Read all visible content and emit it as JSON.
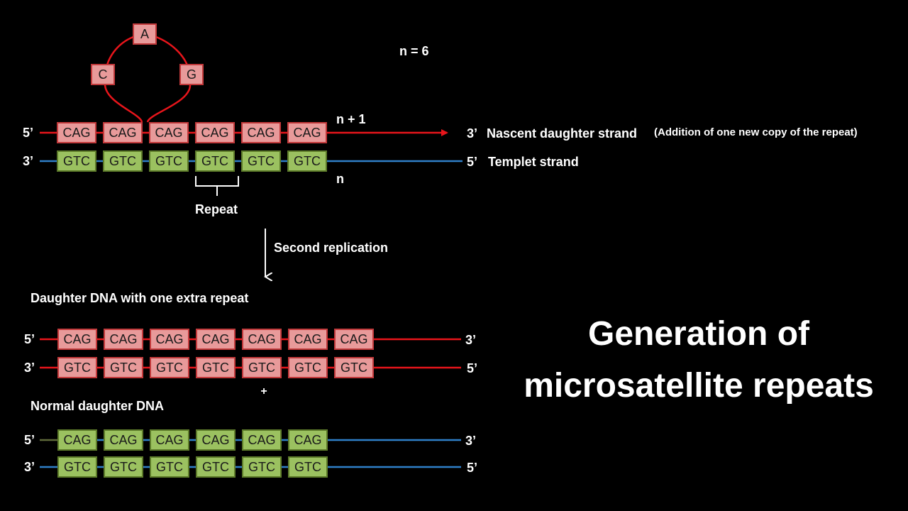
{
  "colors": {
    "red_strand": "#e8151b",
    "blue_strand": "#2f7fc8",
    "olive_strand": "#5f6b3a",
    "pink_box": "#e89a9a",
    "pink_border": "#c2393b",
    "green_box": "#9bc160",
    "green_border": "#5d7b2a"
  },
  "loop": {
    "top": "A",
    "left": "C",
    "right": "G"
  },
  "n_label": "n = 6",
  "top_section": {
    "nascent": {
      "prime_left": "5’",
      "repeats": [
        "CAG",
        "CAG",
        "CAG",
        "CAG",
        "CAG",
        "CAG"
      ],
      "n_plus": "n + 1",
      "prime_right": "3’",
      "label": "Nascent daughter strand",
      "note": "(Addition of one new copy of the repeat)"
    },
    "template": {
      "prime_left": "3’",
      "repeats": [
        "GTC",
        "GTC",
        "GTC",
        "GTC",
        "GTC",
        "GTC"
      ],
      "n": "n",
      "prime_right": "5’",
      "label": "Templet strand"
    },
    "repeat_label": "Repeat"
  },
  "arrow_label": "Second replication",
  "extra_section": {
    "title": "Daughter DNA with one extra repeat",
    "top_strand": {
      "prime_left": "5’",
      "repeats": [
        "CAG",
        "CAG",
        "CAG",
        "CAG",
        "CAG",
        "CAG",
        "CAG"
      ],
      "prime_right": "3’"
    },
    "bottom_strand": {
      "prime_left": "3’",
      "repeats": [
        "GTC",
        "GTC",
        "GTC",
        "GTC",
        "GTC",
        "GTC",
        "GTC"
      ],
      "prime_right": "5’"
    }
  },
  "plus": "+",
  "normal_section": {
    "title": "Normal daughter DNA",
    "top_strand": {
      "prime_left": "5’",
      "repeats": [
        "CAG",
        "CAG",
        "CAG",
        "CAG",
        "CAG",
        "CAG"
      ],
      "prime_right": "3’"
    },
    "bottom_strand": {
      "prime_left": "3’",
      "repeats": [
        "GTC",
        "GTC",
        "GTC",
        "GTC",
        "GTC",
        "GTC"
      ],
      "prime_right": "5’"
    }
  },
  "headline": {
    "line1": "Generation of",
    "line2": "microsatellite repeats"
  }
}
